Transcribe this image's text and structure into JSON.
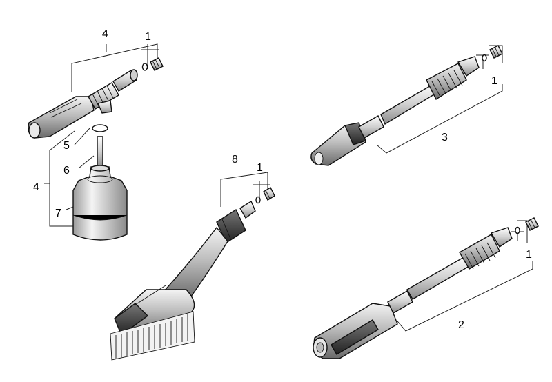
{
  "callouts": {
    "foam_assembly": "4",
    "foam_oring_top": "1",
    "foam_gasket": "5",
    "foam_tube": "6",
    "foam_bottle_group": "4",
    "foam_bottle": "7",
    "rotor_oring": "1",
    "rotor_nozzle": "3",
    "brush_assembly": "8",
    "brush_oring": "1",
    "vario_oring": "1",
    "vario_lance": "2"
  }
}
